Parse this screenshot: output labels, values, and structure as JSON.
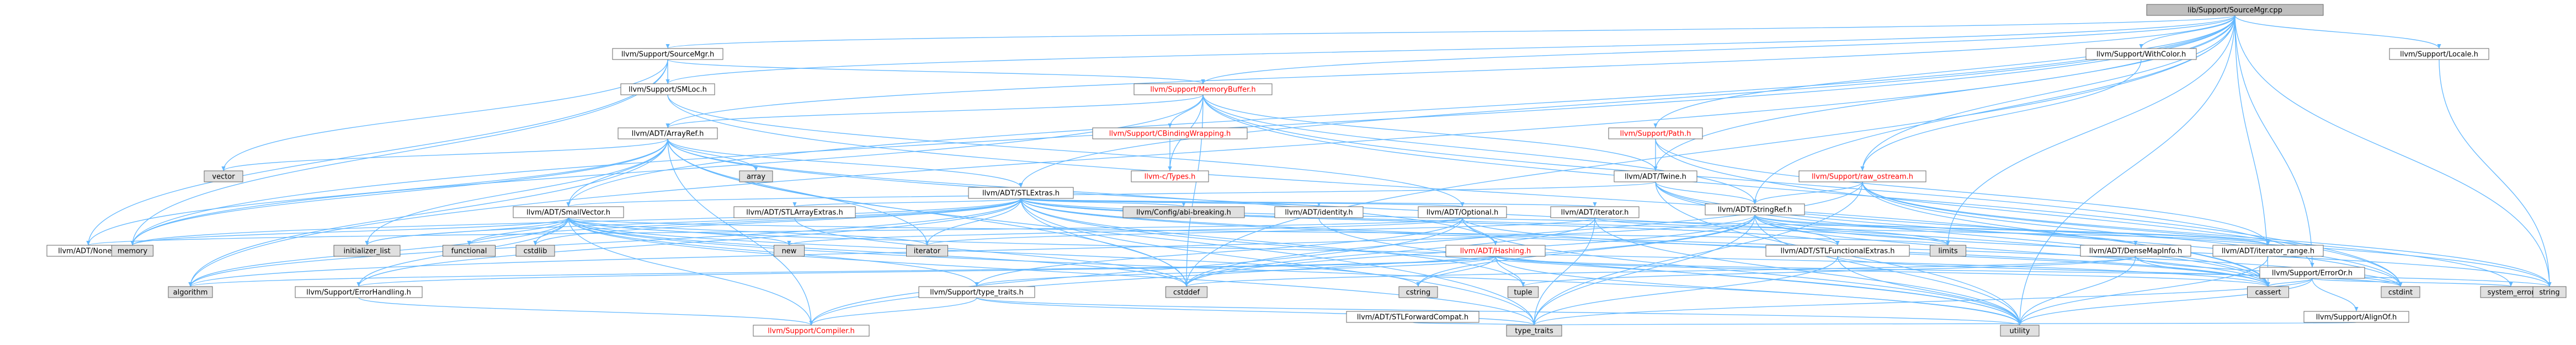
{
  "colors": {
    "edge": "#63B8FF",
    "root_fill": "#bfbfbf",
    "internal_fill": "#ffffff",
    "system_fill": "#e0e0e0",
    "incomplete_border": "#ff0000",
    "incomplete_text": "#ff0000"
  },
  "nodes": [
    {
      "id": "root",
      "label": "lib/Support/SourceMgr.cpp",
      "kind": "root"
    },
    {
      "id": "sourcemgr",
      "label": "llvm/Support/SourceMgr.h",
      "kind": "internal"
    },
    {
      "id": "withcolor",
      "label": "llvm/Support/WithColor.h",
      "kind": "internal"
    },
    {
      "id": "locale",
      "label": "llvm/Support/Locale.h",
      "kind": "internal"
    },
    {
      "id": "smloc",
      "label": "llvm/Support/SMLoc.h",
      "kind": "internal"
    },
    {
      "id": "memorybuffer",
      "label": "llvm/Support/MemoryBuffer.h",
      "kind": "incomplete"
    },
    {
      "id": "arrayref",
      "label": "llvm/ADT/ArrayRef.h",
      "kind": "internal"
    },
    {
      "id": "cbinding",
      "label": "llvm/Support/CBindingWrapping.h",
      "kind": "incomplete"
    },
    {
      "id": "path",
      "label": "llvm/Support/Path.h",
      "kind": "incomplete"
    },
    {
      "id": "vector",
      "label": "vector",
      "kind": "system"
    },
    {
      "id": "array",
      "label": "array",
      "kind": "system"
    },
    {
      "id": "ctypes",
      "label": "llvm-c/Types.h",
      "kind": "incomplete"
    },
    {
      "id": "twine",
      "label": "llvm/ADT/Twine.h",
      "kind": "internal"
    },
    {
      "id": "rawostream",
      "label": "llvm/Support/raw_ostream.h",
      "kind": "incomplete"
    },
    {
      "id": "stlextras",
      "label": "llvm/ADT/STLExtras.h",
      "kind": "internal"
    },
    {
      "id": "stringref",
      "label": "llvm/ADT/StringRef.h",
      "kind": "internal"
    },
    {
      "id": "smallvector",
      "label": "llvm/ADT/SmallVector.h",
      "kind": "internal"
    },
    {
      "id": "nonetype",
      "label": "llvm/ADT/None.h",
      "kind": "internal"
    },
    {
      "id": "memory",
      "label": "memory",
      "kind": "system"
    },
    {
      "id": "initlist",
      "label": "initializer_list",
      "kind": "system"
    },
    {
      "id": "functional",
      "label": "functional",
      "kind": "system"
    },
    {
      "id": "cstdlib",
      "label": "cstdlib",
      "kind": "system"
    },
    {
      "id": "stlarrayextras",
      "label": "llvm/ADT/STLArrayExtras.h",
      "kind": "internal"
    },
    {
      "id": "breaking",
      "label": "llvm/Config/abi-breaking.h",
      "kind": "system"
    },
    {
      "id": "identity",
      "label": "llvm/ADT/identity.h",
      "kind": "internal"
    },
    {
      "id": "optional",
      "label": "llvm/ADT/Optional.h",
      "kind": "internal"
    },
    {
      "id": "iteratorh",
      "label": "llvm/ADT/iterator.h",
      "kind": "internal"
    },
    {
      "id": "new",
      "label": "new",
      "kind": "system"
    },
    {
      "id": "iterator",
      "label": "iterator",
      "kind": "system"
    },
    {
      "id": "limits",
      "label": "limits",
      "kind": "system"
    },
    {
      "id": "stlfunctional",
      "label": "llvm/ADT/STLFunctionalExtras.h",
      "kind": "internal"
    },
    {
      "id": "densemapinfo",
      "label": "llvm/ADT/DenseMapInfo.h",
      "kind": "internal"
    },
    {
      "id": "iterrange",
      "label": "llvm/ADT/iterator_range.h",
      "kind": "internal"
    },
    {
      "id": "errorh",
      "label": "llvm/Support/ErrorOr.h",
      "kind": "internal"
    },
    {
      "id": "hashing",
      "label": "llvm/ADT/Hashing.h",
      "kind": "incomplete"
    },
    {
      "id": "algorithm",
      "label": "algorithm",
      "kind": "system"
    },
    {
      "id": "errorhandling",
      "label": "llvm/Support/ErrorHandling.h",
      "kind": "internal"
    },
    {
      "id": "typetraitsh",
      "label": "llvm/Support/type_traits.h",
      "kind": "internal"
    },
    {
      "id": "cstddef",
      "label": "cstddef",
      "kind": "system"
    },
    {
      "id": "cstring",
      "label": "cstring",
      "kind": "system"
    },
    {
      "id": "tuple",
      "label": "tuple",
      "kind": "system"
    },
    {
      "id": "stlfwd",
      "label": "llvm/ADT/STLForwardCompat.h",
      "kind": "internal"
    },
    {
      "id": "cassert",
      "label": "cassert",
      "kind": "system"
    },
    {
      "id": "cstdint",
      "label": "cstdint",
      "kind": "system"
    },
    {
      "id": "systemerror",
      "label": "system_error",
      "kind": "system"
    },
    {
      "id": "string",
      "label": "string",
      "kind": "system"
    },
    {
      "id": "alignof",
      "label": "llvm/Support/AlignOf.h",
      "kind": "internal"
    },
    {
      "id": "compiler",
      "label": "llvm/Support/Compiler.h",
      "kind": "incomplete"
    },
    {
      "id": "typetraits",
      "label": "type_traits",
      "kind": "system"
    },
    {
      "id": "utility",
      "label": "utility",
      "kind": "system"
    }
  ],
  "edges": [
    [
      "root",
      "sourcemgr"
    ],
    [
      "root",
      "withcolor"
    ],
    [
      "root",
      "locale"
    ],
    [
      "root",
      "memorybuffer"
    ],
    [
      "root",
      "arrayref"
    ],
    [
      "root",
      "smallvector"
    ],
    [
      "root",
      "stringref"
    ],
    [
      "root",
      "twine"
    ],
    [
      "root",
      "rawostream"
    ],
    [
      "root",
      "path"
    ],
    [
      "root",
      "errorh"
    ],
    [
      "root",
      "smloc"
    ],
    [
      "root",
      "algorithm"
    ],
    [
      "root",
      "cassert"
    ],
    [
      "root",
      "cstddef"
    ],
    [
      "root",
      "limits"
    ],
    [
      "root",
      "memory"
    ],
    [
      "root",
      "string"
    ],
    [
      "root",
      "utility"
    ],
    [
      "root",
      "stlextras"
    ],
    [
      "sourcemgr",
      "smloc"
    ],
    [
      "sourcemgr",
      "memorybuffer"
    ],
    [
      "sourcemgr",
      "vector"
    ],
    [
      "sourcemgr",
      "nonetype"
    ],
    [
      "sourcemgr",
      "memory"
    ],
    [
      "withcolor",
      "rawostream"
    ],
    [
      "locale",
      "string"
    ],
    [
      "smloc",
      "optional"
    ],
    [
      "smloc",
      "cassert"
    ],
    [
      "memorybuffer",
      "ctypes"
    ],
    [
      "memorybuffer",
      "arrayref"
    ],
    [
      "memorybuffer",
      "stringref"
    ],
    [
      "memorybuffer",
      "twine"
    ],
    [
      "memorybuffer",
      "cbinding"
    ],
    [
      "memorybuffer",
      "errorh"
    ],
    [
      "memorybuffer",
      "memory"
    ],
    [
      "memorybuffer",
      "cstddef"
    ],
    [
      "memorybuffer",
      "cstdint"
    ],
    [
      "cbinding",
      "ctypes"
    ],
    [
      "path",
      "twine"
    ],
    [
      "path",
      "iterrange"
    ],
    [
      "path",
      "cstdint"
    ],
    [
      "twine",
      "stringref"
    ],
    [
      "twine",
      "smallvector"
    ],
    [
      "twine",
      "cassert"
    ],
    [
      "twine",
      "cstdint"
    ],
    [
      "twine",
      "string"
    ],
    [
      "twine",
      "utility"
    ],
    [
      "rawostream",
      "stringref"
    ],
    [
      "rawostream",
      "cassert"
    ],
    [
      "rawostream",
      "cstddef"
    ],
    [
      "rawostream",
      "cstdint"
    ],
    [
      "rawostream",
      "string"
    ],
    [
      "rawostream",
      "systemerror"
    ],
    [
      "rawostream",
      "typetraits"
    ],
    [
      "arrayref",
      "hashing"
    ],
    [
      "arrayref",
      "nonetype"
    ],
    [
      "arrayref",
      "smallvector"
    ],
    [
      "arrayref",
      "stlextras"
    ],
    [
      "arrayref",
      "compiler"
    ],
    [
      "arrayref",
      "algorithm"
    ],
    [
      "arrayref",
      "array"
    ],
    [
      "arrayref",
      "cassert"
    ],
    [
      "arrayref",
      "cstddef"
    ],
    [
      "arrayref",
      "initlist"
    ],
    [
      "arrayref",
      "iterator"
    ],
    [
      "arrayref",
      "memory"
    ],
    [
      "arrayref",
      "typetraits"
    ],
    [
      "arrayref",
      "vector"
    ],
    [
      "stlextras",
      "stlarrayextras"
    ],
    [
      "stlextras",
      "stlforward"
    ],
    [
      "stlextras",
      "stlfunctional"
    ],
    [
      "stlextras",
      "identity"
    ],
    [
      "stlextras",
      "iteratorh"
    ],
    [
      "stlextras",
      "iterrange"
    ],
    [
      "stlextras",
      "breaking"
    ],
    [
      "stlextras",
      "errorhandling"
    ],
    [
      "stlextras",
      "algorithm"
    ],
    [
      "stlextras",
      "cassert"
    ],
    [
      "stlextras",
      "cstddef"
    ],
    [
      "stlextras",
      "cstdint"
    ],
    [
      "stlextras",
      "cstdlib"
    ],
    [
      "stlextras",
      "functional"
    ],
    [
      "stlextras",
      "initlist"
    ],
    [
      "stlextras",
      "iterator"
    ],
    [
      "stlextras",
      "limits"
    ],
    [
      "stlextras",
      "memory"
    ],
    [
      "stlextras",
      "optional"
    ],
    [
      "stlextras",
      "tuple"
    ],
    [
      "stlextras",
      "typetraits"
    ],
    [
      "stlextras",
      "utility"
    ],
    [
      "smallvector",
      "compiler"
    ],
    [
      "smallvector",
      "typetraitsh"
    ],
    [
      "smallvector",
      "algorithm"
    ],
    [
      "smallvector",
      "cassert"
    ],
    [
      "smallvector",
      "cstddef"
    ],
    [
      "smallvector",
      "cstdlib"
    ],
    [
      "smallvector",
      "cstring"
    ],
    [
      "smallvector",
      "functional"
    ],
    [
      "smallvector",
      "initlist"
    ],
    [
      "smallvector",
      "iterator"
    ],
    [
      "smallvector",
      "limits"
    ],
    [
      "smallvector",
      "memory"
    ],
    [
      "smallvector",
      "new"
    ],
    [
      "smallvector",
      "typetraits"
    ],
    [
      "smallvector",
      "utility"
    ],
    [
      "smallvector",
      "errorhandling"
    ],
    [
      "stringref",
      "stlfunctional"
    ],
    [
      "stringref",
      "iterrange"
    ],
    [
      "stringref",
      "compiler"
    ],
    [
      "stringref",
      "algorithm"
    ],
    [
      "stringref",
      "cassert"
    ],
    [
      "stringref",
      "cstddef"
    ],
    [
      "stringref",
      "cstring"
    ],
    [
      "stringref",
      "limits"
    ],
    [
      "stringref",
      "string"
    ],
    [
      "stringref",
      "typetraits"
    ],
    [
      "stringref",
      "utility"
    ],
    [
      "stringref",
      "densemapinfo"
    ],
    [
      "optional",
      "hashing"
    ],
    [
      "optional",
      "nonetype"
    ],
    [
      "optional",
      "stlforward"
    ],
    [
      "optional",
      "compiler"
    ],
    [
      "optional",
      "typetraitsh"
    ],
    [
      "optional",
      "cassert"
    ],
    [
      "optional",
      "new"
    ],
    [
      "optional",
      "utility"
    ],
    [
      "iteratorh",
      "iterrange"
    ],
    [
      "iteratorh",
      "cstddef"
    ],
    [
      "iteratorh",
      "iterator"
    ],
    [
      "iteratorh",
      "typetraits"
    ],
    [
      "iteratorh",
      "utility"
    ],
    [
      "stlfunctional",
      "stlextras"
    ],
    [
      "stlfunctional",
      "cstdint"
    ],
    [
      "stlfunctional",
      "typetraits"
    ],
    [
      "stlfunctional",
      "utility"
    ],
    [
      "densemapinfo",
      "cassert"
    ],
    [
      "densemapinfo",
      "cstddef"
    ],
    [
      "densemapinfo",
      "cstdint"
    ],
    [
      "densemapinfo",
      "tuple"
    ],
    [
      "densemapinfo",
      "utility"
    ],
    [
      "iterrange",
      "utility"
    ],
    [
      "errorh",
      "alignof"
    ],
    [
      "errorh",
      "cassert"
    ],
    [
      "errorh",
      "systemerror"
    ],
    [
      "errorh",
      "typetraits"
    ],
    [
      "errorh",
      "utility"
    ],
    [
      "alignof",
      "typetraits"
    ],
    [
      "hashing",
      "errorhandling"
    ],
    [
      "hashing",
      "typetraitsh"
    ],
    [
      "hashing",
      "algorithm"
    ],
    [
      "hashing",
      "cassert"
    ],
    [
      "hashing",
      "cstring"
    ],
    [
      "hashing",
      "string"
    ],
    [
      "hashing",
      "tuple"
    ],
    [
      "hashing",
      "utility"
    ],
    [
      "errorhandling",
      "compiler"
    ],
    [
      "typetraitsh",
      "compiler"
    ],
    [
      "typetraitsh",
      "typetraits"
    ],
    [
      "typetraitsh",
      "utility"
    ],
    [
      "stlfwd",
      "typetraits"
    ],
    [
      "stlarrayextras",
      "cstddef"
    ],
    [
      "identity",
      "utility"
    ]
  ]
}
